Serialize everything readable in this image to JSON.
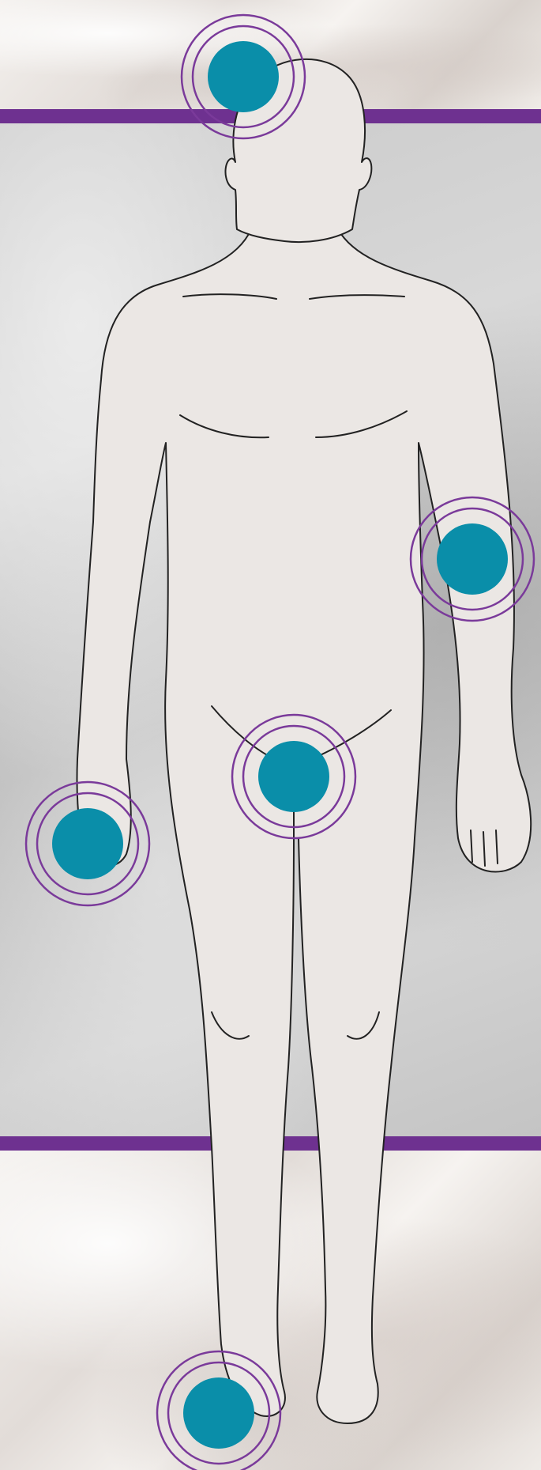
{
  "colors": {
    "accent_band": "#6e3190",
    "hotspot_fill": "#0a8ea9",
    "hotspot_ring": "#7a3a9a",
    "body_fill": "#ebe7e4",
    "body_outline": "#222222"
  },
  "hotspots": [
    {
      "id": "head"
    },
    {
      "id": "right-elbow"
    },
    {
      "id": "groin"
    },
    {
      "id": "left-hand"
    },
    {
      "id": "foot"
    }
  ]
}
